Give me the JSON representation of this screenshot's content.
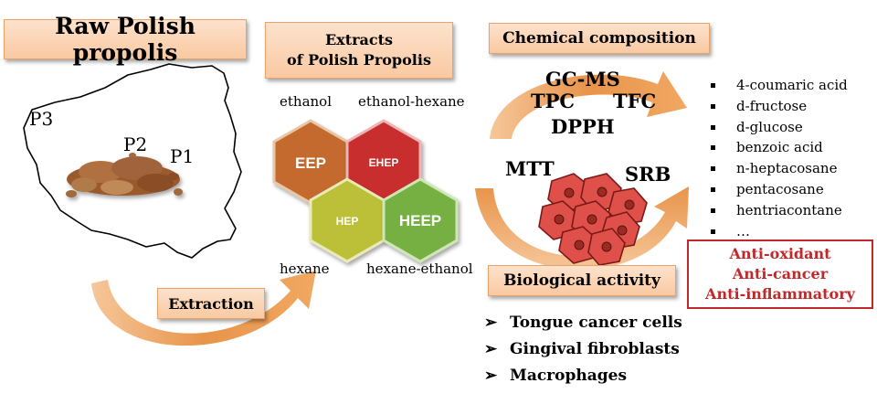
{
  "title": "Raw Polish propolis",
  "map_labels": [
    "P3",
    "P2",
    "P1"
  ],
  "extraction_label": "Extraction",
  "extracts_header": {
    "line1": "Extracts",
    "line2": "of Polish Propolis"
  },
  "solvents": {
    "ethanol": "ethanol",
    "ethanol_hexane": "ethanol-hexane",
    "hexane": "hexane",
    "hexane_ethanol": "hexane-ethanol"
  },
  "hexagons": [
    {
      "label": "EEP",
      "color": "#c46b2d"
    },
    {
      "label": "EHEP",
      "color": "#c92f2f"
    },
    {
      "label": "HEP",
      "color": "#bcbf38"
    },
    {
      "label": "HEEP",
      "color": "#76b043"
    }
  ],
  "chemical_header": "Chemical composition",
  "methods": {
    "gcms": "GC-MS",
    "tpc": "TPC",
    "tfc": "TFC",
    "dpph": "DPPH",
    "mtt": "MTT",
    "srb": "SRB"
  },
  "compounds": [
    "4-coumaric acid",
    "d-fructose",
    "d-glucose",
    "benzoic acid",
    "n-heptacosane",
    "pentacosane",
    "hentriacontane",
    "…"
  ],
  "activities": [
    "Anti-oxidant",
    "Anti-cancer",
    "Anti-inflammatory"
  ],
  "biological_header": "Biological activity",
  "bio_items": [
    "Tongue cancer cells",
    "Gingival fibroblasts",
    "Macrophages"
  ],
  "colors": {
    "arrow": "#e8944a",
    "accent_red": "#c0282a",
    "cell_fill": "#e0504a",
    "box_fill": "#f9c9a2"
  }
}
